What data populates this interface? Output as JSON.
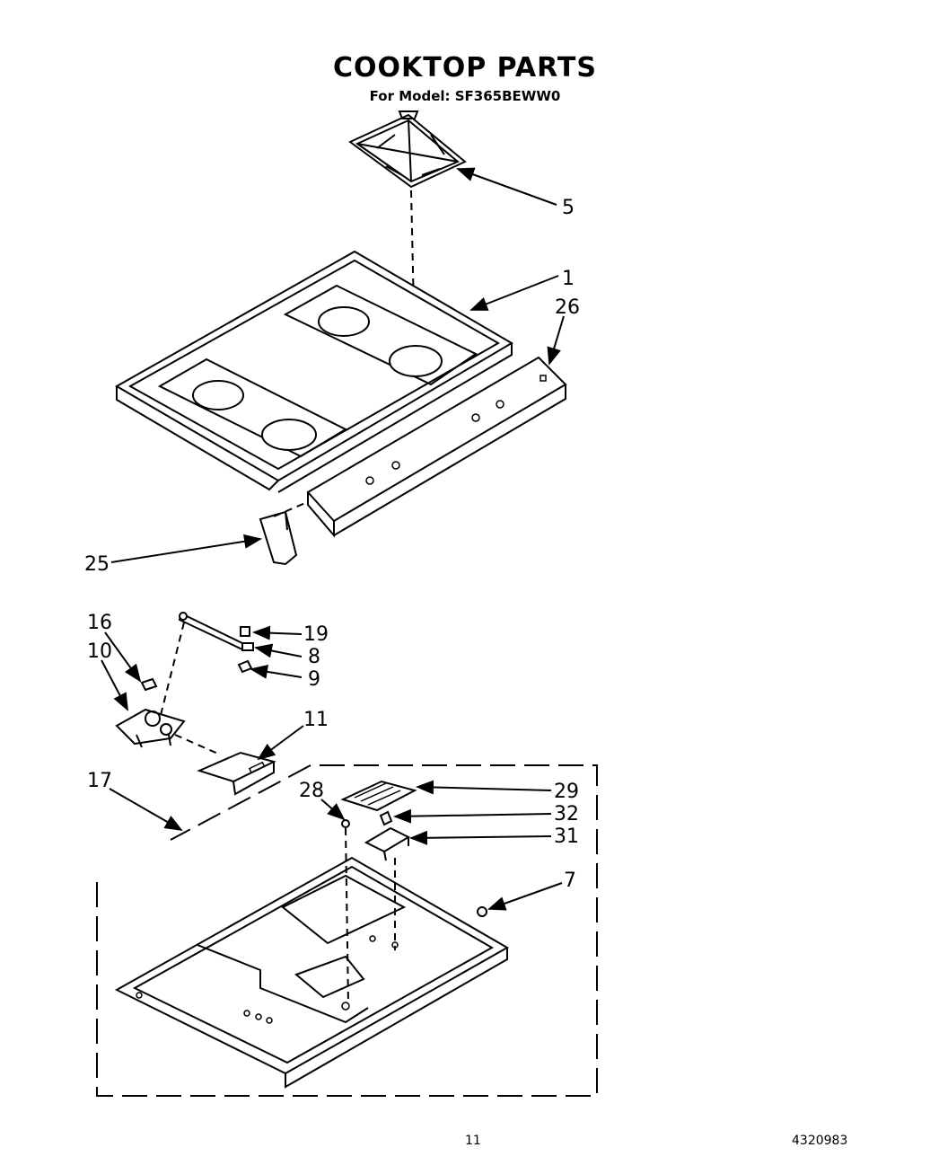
{
  "header": {
    "title": "COOKTOP PARTS",
    "subtitle": "For Model: SF365BEWW0"
  },
  "callouts": [
    "5",
    "1",
    "26",
    "25",
    "16",
    "10",
    "19",
    "8",
    "9",
    "11",
    "17",
    "28",
    "29",
    "32",
    "31",
    "7"
  ],
  "footer": {
    "page_number": "11",
    "doc_number": "4320983"
  }
}
